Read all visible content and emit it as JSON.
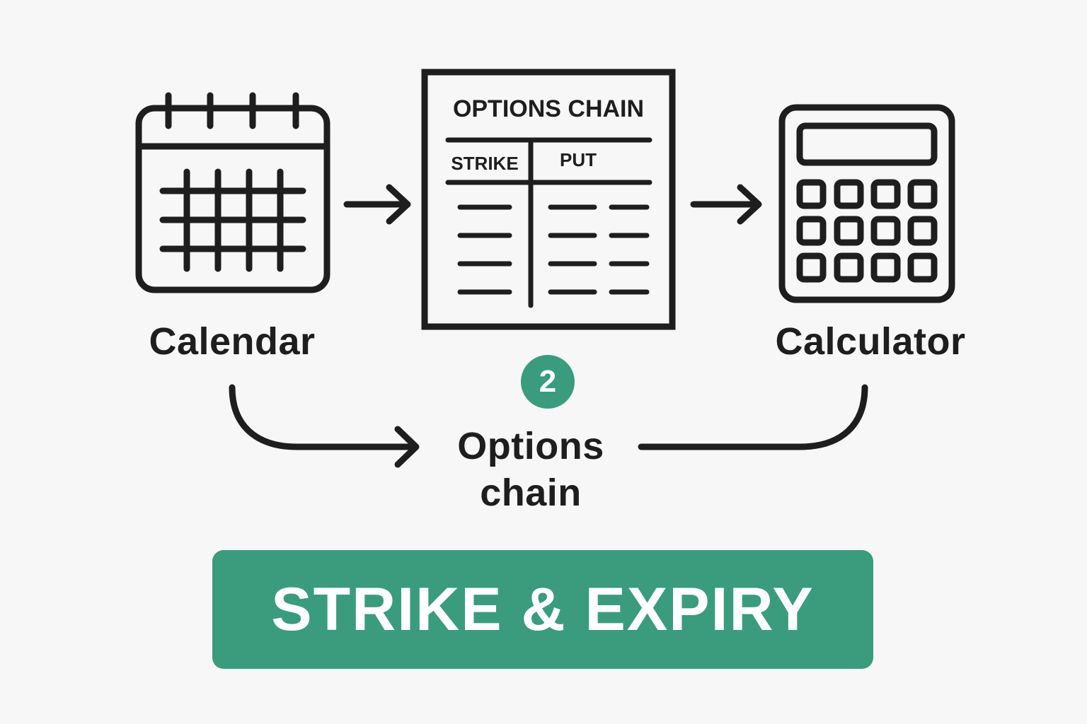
{
  "diagram": {
    "nodes": {
      "calendar": {
        "label": "Calendar",
        "icon": "calendar-icon"
      },
      "options_chain_doc": {
        "icon": "options-chain-table-icon",
        "title": "OPTIONS CHAIN",
        "col_strike": "STRIKE",
        "col_put": "PUT"
      },
      "calculator": {
        "label": "Calculator",
        "icon": "calculator-icon"
      },
      "options_chain": {
        "label": "Options chain"
      }
    },
    "step": {
      "number": "2"
    },
    "banner": {
      "text": "STRIKE & EXPIRY"
    },
    "colors": {
      "accent": "#3a9c7c",
      "ink": "#1e1e1e",
      "background": "#f7f7f7"
    }
  }
}
